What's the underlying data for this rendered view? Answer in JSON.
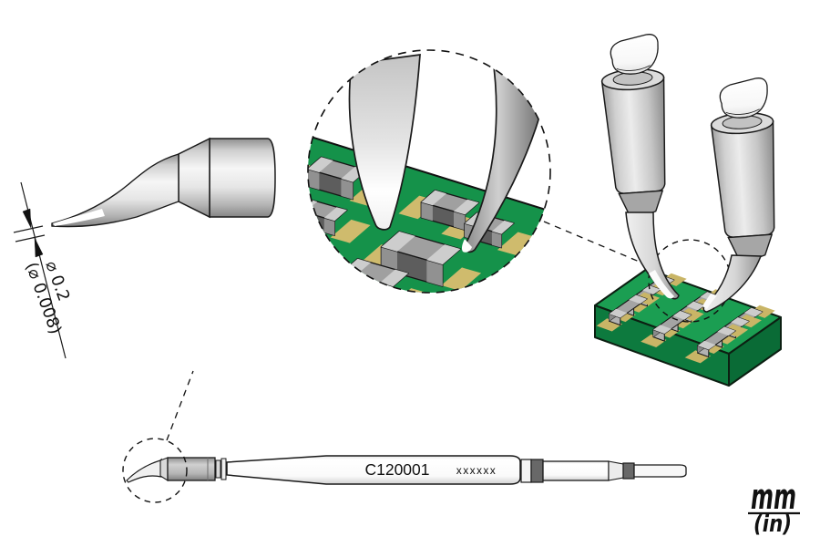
{
  "drawing": {
    "labels": {
      "diameter_mm": "⌀ 0.2",
      "diameter_in": "(⌀ 0.008)",
      "model": "C120001",
      "serial": "xxxxxx",
      "unit_mm": "mm",
      "unit_in": "(in)"
    },
    "colors": {
      "pcb_green_top": "#1b9e52",
      "pcb_green_front": "#0d7a3e",
      "pcb_green_side": "#0a6b36",
      "pcb_zoom_green": "#15924a",
      "pad_gold": "#cdb96a",
      "metal_light": "#f2f2f2",
      "metal_dark": "#8a8a8a",
      "outline": "#1a1a1a"
    }
  }
}
